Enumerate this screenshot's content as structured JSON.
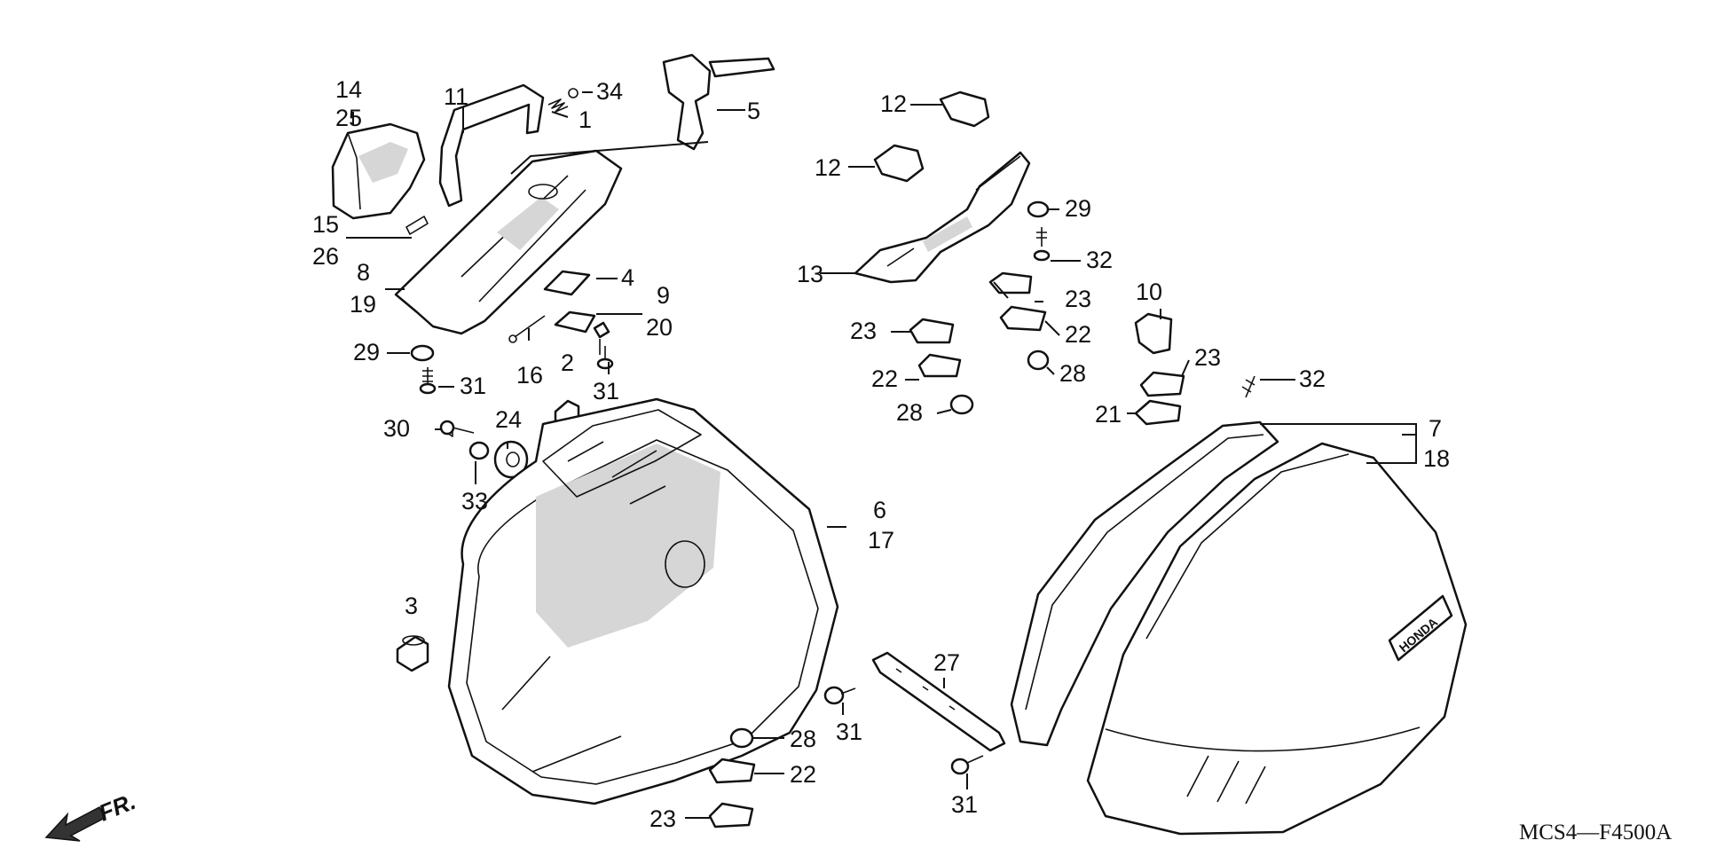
{
  "diagram": {
    "reference_code": "MCS4—F4500A",
    "direction_label": "FR.",
    "badge_text": "HONDA",
    "callouts": [
      {
        "id": "c14",
        "label": "14"
      },
      {
        "id": "c25",
        "label": "25"
      },
      {
        "id": "c11",
        "label": "11"
      },
      {
        "id": "c34",
        "label": "34"
      },
      {
        "id": "c1",
        "label": "1"
      },
      {
        "id": "c5",
        "label": "5"
      },
      {
        "id": "c15",
        "label": "15"
      },
      {
        "id": "c26",
        "label": "26"
      },
      {
        "id": "c8",
        "label": "8"
      },
      {
        "id": "c19",
        "label": "19"
      },
      {
        "id": "c4",
        "label": "4"
      },
      {
        "id": "c9",
        "label": "9"
      },
      {
        "id": "c20",
        "label": "20"
      },
      {
        "id": "c29a",
        "label": "29"
      },
      {
        "id": "c31a",
        "label": "31"
      },
      {
        "id": "c16",
        "label": "16"
      },
      {
        "id": "c2",
        "label": "2"
      },
      {
        "id": "c31b",
        "label": "31"
      },
      {
        "id": "c30",
        "label": "30"
      },
      {
        "id": "c24",
        "label": "24"
      },
      {
        "id": "c33",
        "label": "33"
      },
      {
        "id": "c6",
        "label": "6"
      },
      {
        "id": "c17",
        "label": "17"
      },
      {
        "id": "c3",
        "label": "3"
      },
      {
        "id": "c12a",
        "label": "12"
      },
      {
        "id": "c12b",
        "label": "12"
      },
      {
        "id": "c29b",
        "label": "29"
      },
      {
        "id": "c32a",
        "label": "32"
      },
      {
        "id": "c13",
        "label": "13"
      },
      {
        "id": "c23a",
        "label": "23"
      },
      {
        "id": "c23b",
        "label": "23"
      },
      {
        "id": "c22a",
        "label": "22"
      },
      {
        "id": "c22b",
        "label": "22"
      },
      {
        "id": "c28a",
        "label": "28"
      },
      {
        "id": "c28b",
        "label": "28"
      },
      {
        "id": "c10",
        "label": "10"
      },
      {
        "id": "c23c",
        "label": "23"
      },
      {
        "id": "c32b",
        "label": "32"
      },
      {
        "id": "c21",
        "label": "21"
      },
      {
        "id": "c7",
        "label": "7"
      },
      {
        "id": "c18",
        "label": "18"
      },
      {
        "id": "c27",
        "label": "27"
      },
      {
        "id": "c31c",
        "label": "31"
      },
      {
        "id": "c28c",
        "label": "28"
      },
      {
        "id": "c22c",
        "label": "22"
      },
      {
        "id": "c23d",
        "label": "23"
      },
      {
        "id": "c31d",
        "label": "31"
      }
    ]
  }
}
